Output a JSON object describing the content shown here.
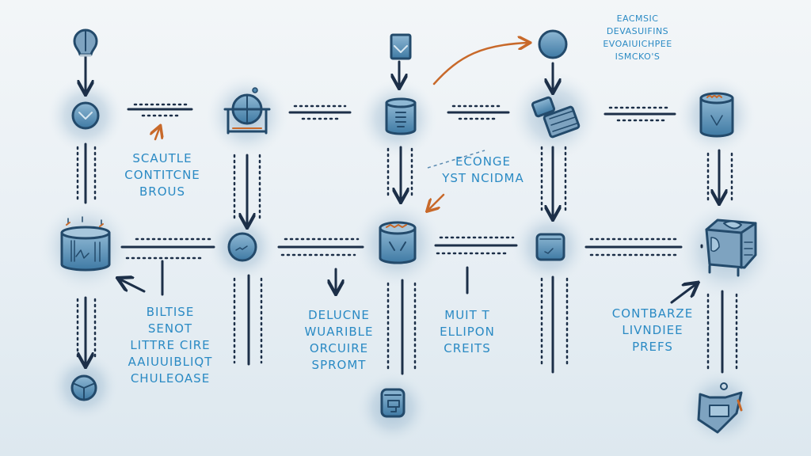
{
  "diagram": {
    "theme": {
      "background": "#eaf0f4",
      "node_fill": "#4f86ad",
      "node_light": "#8db8d6",
      "node_stroke": "#234a6b",
      "line_color": "#1c2f48",
      "accent_arrow": "#c8692a",
      "text_color": "#2a8ac4",
      "halo": "#9ab8cf"
    },
    "nodes": [
      {
        "id": "n1",
        "icon": "lightbulb-icon"
      },
      {
        "id": "n2",
        "icon": "down-chevron-circle-icon"
      },
      {
        "id": "n3",
        "icon": "globe-on-stand-icon"
      },
      {
        "id": "n4",
        "icon": "inbox-box-icon"
      },
      {
        "id": "n5",
        "icon": "database-stack-icon"
      },
      {
        "id": "n6",
        "icon": "sphere-icon"
      },
      {
        "id": "n7",
        "icon": "computer-keyboard-icon"
      },
      {
        "id": "n8",
        "icon": "storage-cylinder-icon"
      },
      {
        "id": "n9",
        "icon": "chart-cylinder-icon"
      },
      {
        "id": "n10",
        "icon": "gauge-circle-icon"
      },
      {
        "id": "n11",
        "icon": "bucket-cylinder-icon"
      },
      {
        "id": "n12",
        "icon": "tablet-icon"
      },
      {
        "id": "n13",
        "icon": "server-unit-icon"
      },
      {
        "id": "n14",
        "icon": "cube-circle-icon"
      },
      {
        "id": "n15",
        "icon": "filter-box-icon"
      },
      {
        "id": "n16",
        "icon": "shield-badge-icon"
      }
    ],
    "labels": [
      {
        "id": "top-right-note",
        "text": "EACMSIC\nDEVASUIFINS\nEVOAIUICHPEE\nISMCKO'S"
      },
      {
        "id": "scautle",
        "text": "SCAUTLE\nCONTITCNE\nBROUS"
      },
      {
        "id": "econge",
        "text": "ECONGE\nYST NCIDMA"
      },
      {
        "id": "biltise",
        "text": "BILTISE\nSENOT\nLITTRE CIRE\nAAIUUIBLIQT\nCHULEOASE"
      },
      {
        "id": "delucne",
        "text": "DELUCNE\nWUARIBLE\nORCUIRE\nSPROMT"
      },
      {
        "id": "muit",
        "text": "MUIT T\nELLIPON\nCREITS"
      },
      {
        "id": "contbarze",
        "text": "CONTBARZE\nLIVNDIEE\nPREFS"
      }
    ]
  }
}
